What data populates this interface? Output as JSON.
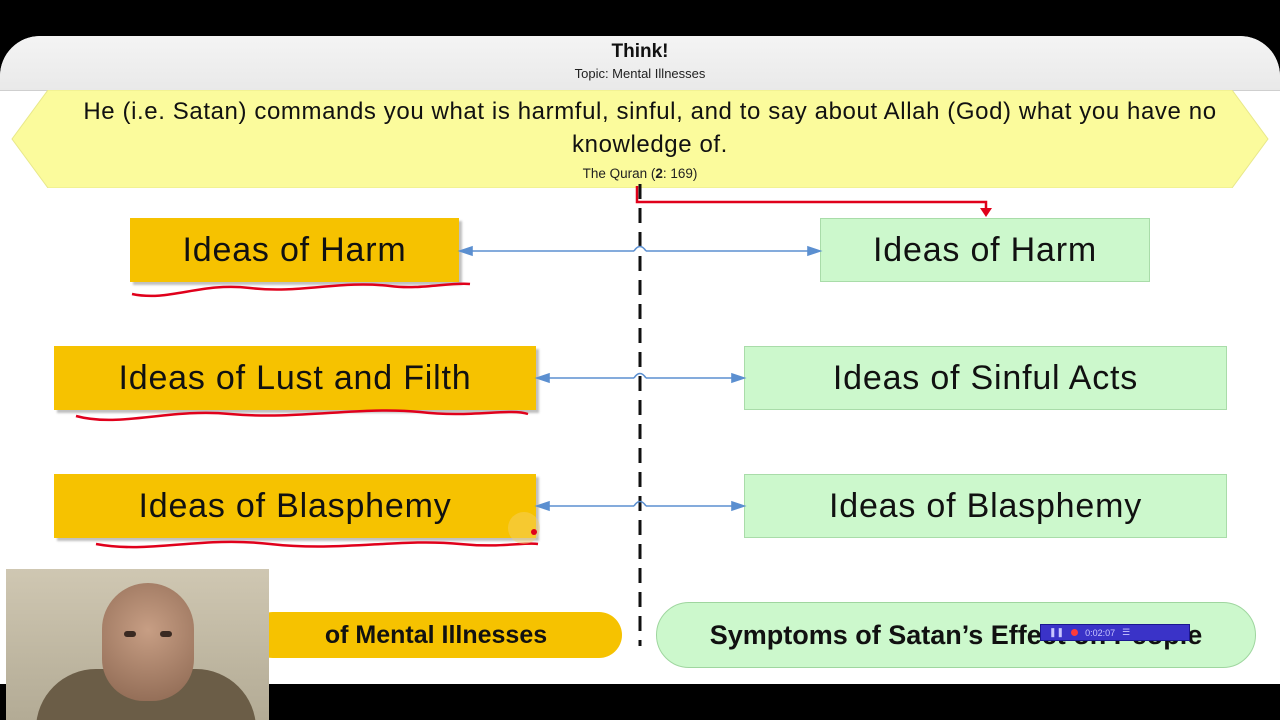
{
  "slide": {
    "title": "Think!",
    "subtitle": "Topic: Mental Illnesses",
    "quote": "He (i.e. Satan) commands you what is harmful, sinful, and to say about Allah (God) what you have no knowledge of.",
    "source_prefix": "The Quran (",
    "source_chapter": "2",
    "source_suffix": ": 169)"
  },
  "left_column": [
    {
      "label": "Ideas of Harm"
    },
    {
      "label": "Ideas of Lust and Filth"
    },
    {
      "label": "Ideas of Blasphemy"
    }
  ],
  "right_column": [
    {
      "label": "Ideas of Harm"
    },
    {
      "label": "Ideas of Sinful Acts"
    },
    {
      "label": "Ideas of Blasphemy"
    }
  ],
  "footer": {
    "left_label": "of Mental Illnesses",
    "right_label": "Symptoms of Satan’s Effect on People"
  },
  "player": {
    "time": "0:02:07"
  },
  "colors": {
    "yellow_box": "#f6c200",
    "green_box": "#ccf8cc",
    "banner": "#fbfb9c",
    "arrow": "#5b8fd0",
    "red_ink": "#e0001b"
  }
}
